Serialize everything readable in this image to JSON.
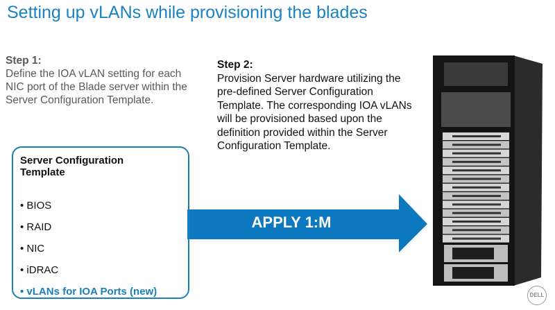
{
  "title": "Setting up vLANs while provisioning the blades",
  "step1": {
    "label": "Step 1:",
    "text": "Define the IOA vLAN setting for each NIC port of the Blade server within the Server Configuration Template."
  },
  "step2": {
    "label": "Step 2:",
    "text": "Provision Server hardware utilizing the pre-defined Server Configuration Template.  The corresponding IOA vLANs will be provisioned based upon the definition provided within the Server Configuration Template."
  },
  "template_box": {
    "title": "Server Configuration Template",
    "items": [
      "• BIOS",
      "• RAID",
      "• NIC",
      "• iDRAC",
      "• vLANs for IOA Ports (new)"
    ]
  },
  "arrow": {
    "label": "APPLY 1:M",
    "color": "#0b78bf"
  },
  "logo": "DELL",
  "colors": {
    "title": "#1a82c4",
    "accent": "#1a7fb8"
  }
}
